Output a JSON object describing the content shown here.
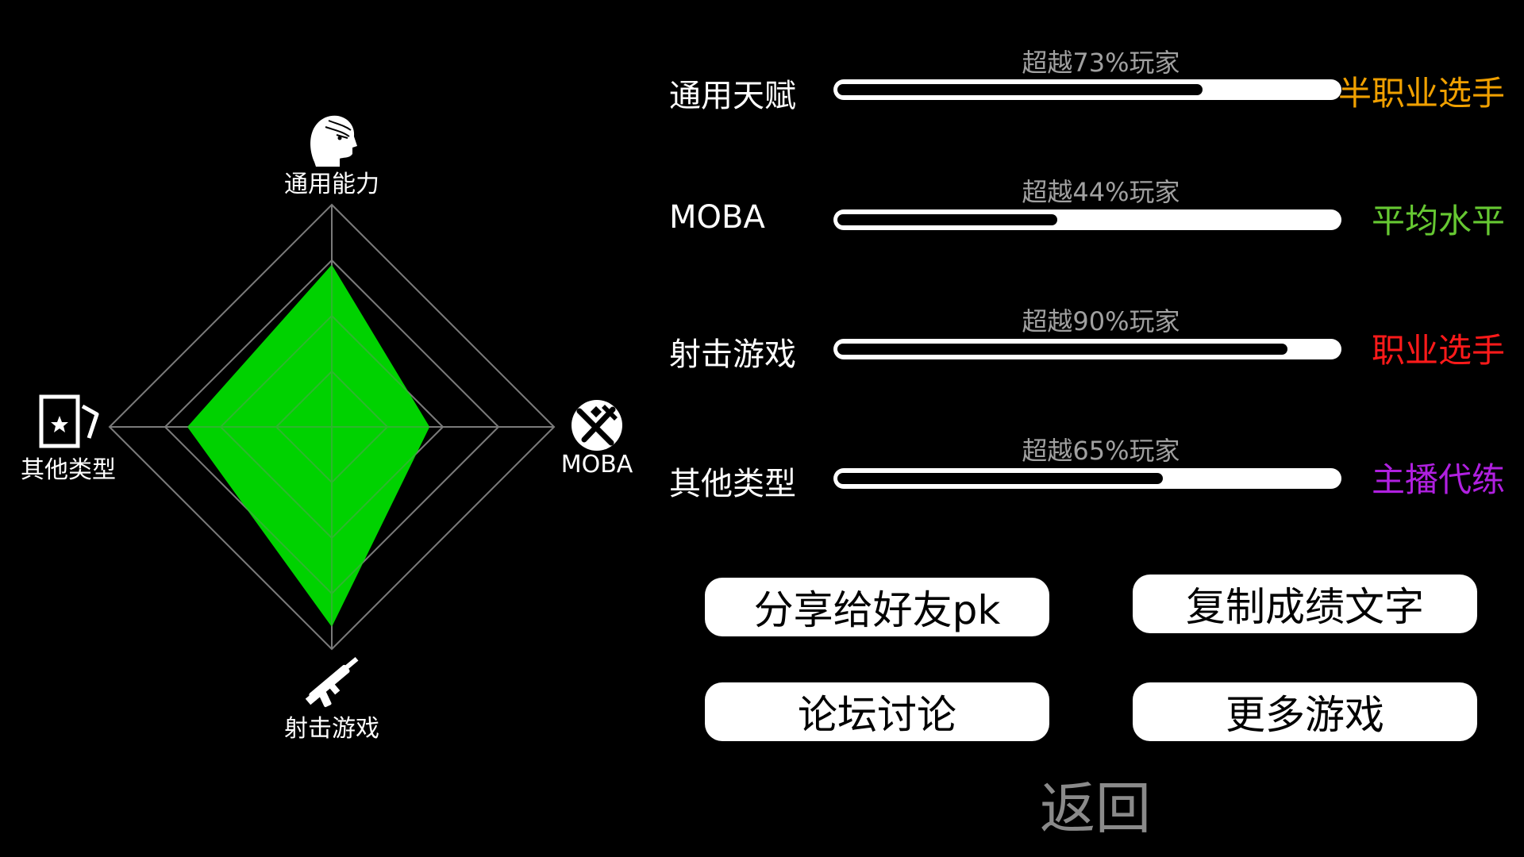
{
  "radar": {
    "axes": [
      {
        "key": "general",
        "label": "通用能力",
        "icon": "head-icon",
        "value": 0.73
      },
      {
        "key": "moba",
        "label": "MOBA",
        "icon": "moba-icon",
        "value": 0.44
      },
      {
        "key": "shooter",
        "label": "射击游戏",
        "icon": "gun-icon",
        "value": 0.9
      },
      {
        "key": "other",
        "label": "其他类型",
        "icon": "card-icon",
        "value": 0.65
      }
    ],
    "rings": [
      0.25,
      0.5,
      0.75,
      1.0
    ],
    "fill_color": "#00dd00",
    "grid_color": "#7a7a7a"
  },
  "stats": [
    {
      "label": "通用天赋",
      "percent_text": "超越73%玩家",
      "value": 0.73,
      "rank": "半职业选手",
      "rank_color": "#f0a000"
    },
    {
      "label": "MOBA",
      "percent_text": "超越44%玩家",
      "value": 0.44,
      "rank": "平均水平",
      "rank_color": "#66c832"
    },
    {
      "label": "射击游戏",
      "percent_text": "超越90%玩家",
      "value": 0.9,
      "rank": "职业选手",
      "rank_color": "#ff1a1a"
    },
    {
      "label": "其他类型",
      "percent_text": "超越65%玩家",
      "value": 0.65,
      "rank": "主播代练",
      "rank_color": "#b020e0"
    }
  ],
  "buttons": {
    "share": "分享给好友pk",
    "copy": "复制成绩文字",
    "forum": "论坛讨论",
    "more_games": "更多游戏",
    "back": "返回"
  }
}
